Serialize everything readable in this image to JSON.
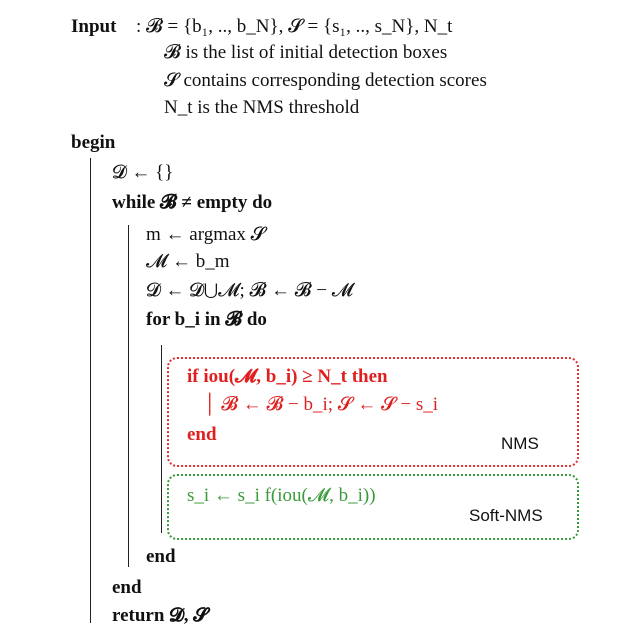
{
  "input_block": {
    "keyword": "Input",
    "formula": ": 𝓑 = {b₁, .., b_N}, 𝓢 = {s₁, .., s_N}, N_t",
    "desc1": "𝓑 is the list of initial detection boxes",
    "desc2": "𝓢 contains corresponding detection scores",
    "desc3": "N_t is the NMS threshold"
  },
  "algorithm": {
    "begin": "begin",
    "init_d": "𝓓 ← {}",
    "while_line": "while 𝓑 ≠ empty do",
    "m_line": "m ← argmax 𝓢",
    "M_line": "𝓜 ← b_m",
    "update_line": "𝓓 ← 𝓓⋃𝓜; 𝓑 ← 𝓑 − 𝓜",
    "for_line": "for b_i in 𝓑 do",
    "if_line": "if iou(𝓜, b_i) ≥ N_t then",
    "remove_line": "𝓑 ← 𝓑 − b_i; 𝓢 ← 𝓢 − s_i",
    "end_if": "end",
    "soft_line": "s_i ← s_i f(iou(𝓜, b_i))",
    "end_for": "end",
    "end_while": "end",
    "return_line": "return 𝓓, 𝓢"
  },
  "labels": {
    "nms": "NMS",
    "soft_nms": "Soft-NMS"
  },
  "colors": {
    "nms": "#e02020",
    "soft_nms": "#3a9a3a"
  }
}
